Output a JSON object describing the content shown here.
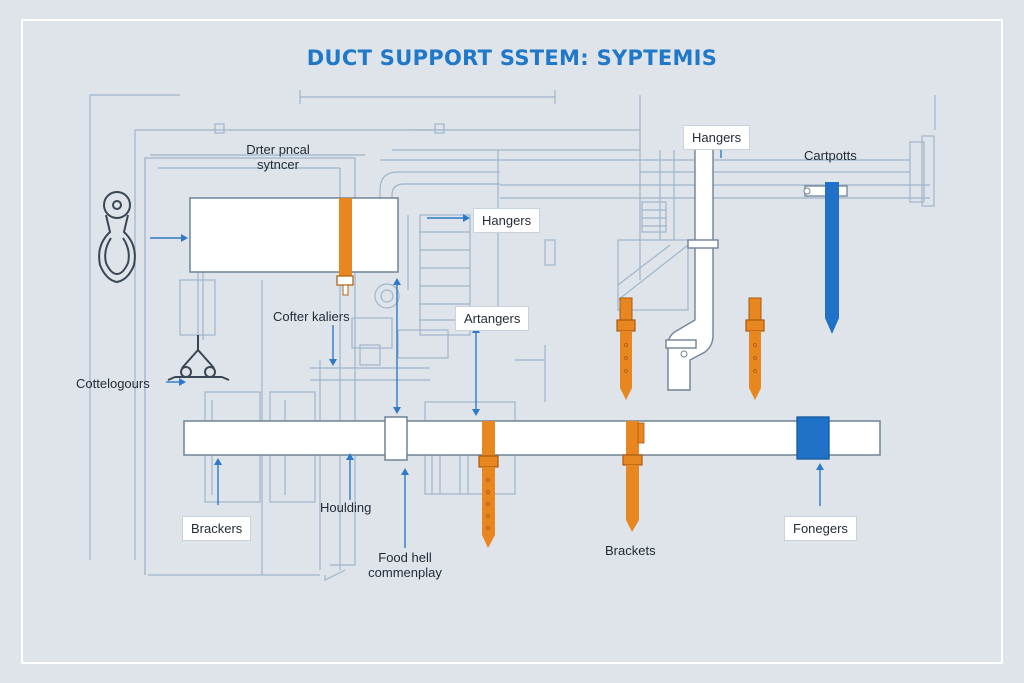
{
  "title": "DUCT SUPPORT SSTEM: SYPTEMIS",
  "colors": {
    "background": "#dfe4ea",
    "blueprint_line": "#8fa9c3",
    "title": "#1f78c8",
    "orange": "#e8861f",
    "blue": "#1f72c8",
    "duct": "#ffffff"
  },
  "labels": {
    "drter_line1": "Drter pncal",
    "drter_line2": "sytncer",
    "hangers_top": "Hangers",
    "cartpotts": "Cartpotts",
    "hangers_mid": "Hangers",
    "cofter_kaliers": "Cofter kaliers",
    "artangers": "Artangers",
    "cottelogours": "Cottelogours",
    "brackers": "Brackers",
    "houlding": "Houlding",
    "food_line1": "Food hell",
    "food_line2": "commenplay",
    "brackets": "Brackets",
    "fonegers": "Fonegers"
  }
}
